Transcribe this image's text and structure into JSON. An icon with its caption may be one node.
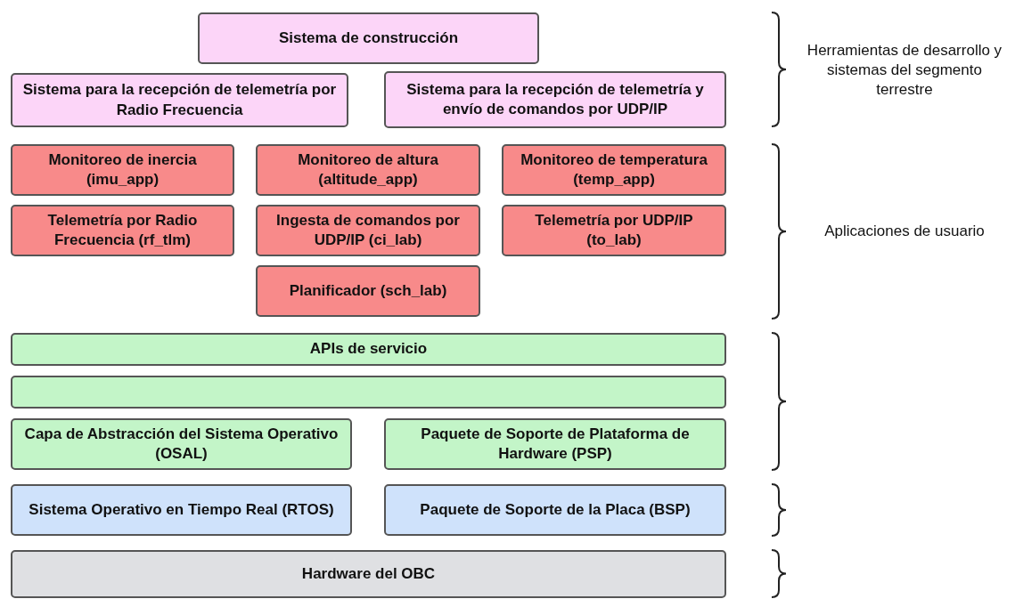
{
  "diagram": {
    "nodes": [
      {
        "text": [
          "Sistema de construcción"
        ]
      },
      {
        "text": [
          "Sistema para la recepción de telemetría por Radio Frecuencia"
        ]
      },
      {
        "text": [
          "Sistema para la recepción de telemetría y envío de comandos por UDP/IP"
        ]
      },
      {
        "text": [
          "Monitoreo de inercia (imu_app)"
        ]
      },
      {
        "text": [
          "Monitoreo de altura (altitude_app)"
        ]
      },
      {
        "text": [
          "Monitoreo de temperatura (temp_app)"
        ]
      },
      {
        "text": [
          "Telemetría por Radio Frecuencia (rf_tlm)"
        ]
      },
      {
        "text": [
          "Ingesta de comandos por UDP/IP (ci_lab)"
        ]
      },
      {
        "text": [
          "Telemetría por UDP/IP (to_lab)"
        ]
      },
      {
        "text": [
          "Planificador (sch_lab)"
        ]
      },
      {
        "text": [
          "APIs de servicio"
        ]
      },
      {
        "text": [],
        "shape": "box"
      },
      {
        "text": [
          "Capa de Abstracción del Sistema Operativo (OSAL)"
        ]
      },
      {
        "text": [
          "Paquete de Soporte de Plataforma de Hardware (PSP)"
        ]
      },
      {
        "text": [
          "Sistema Operativo en Tiempo Real (RTOS)"
        ]
      },
      {
        "text": [
          "Paquete de Soporte de la Placa (BSP)"
        ]
      },
      {
        "text": [
          "Hardware del OBC"
        ]
      }
    ],
    "labels": [
      "Herramientas de desarrollo y sistemas del segmento terrestre",
      "Aplicaciones de usuario"
    ]
  }
}
